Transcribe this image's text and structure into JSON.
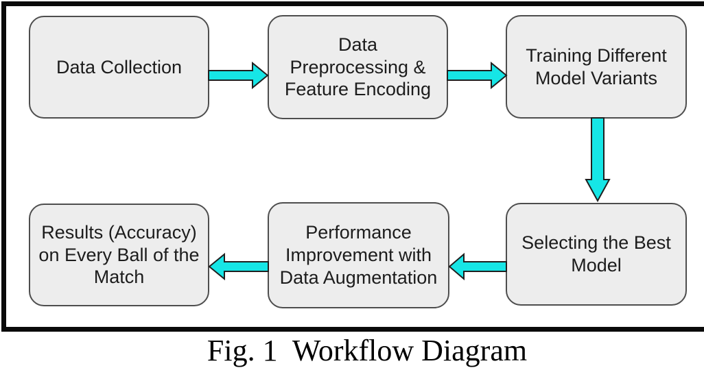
{
  "colors": {
    "background": "#ffffff",
    "frame_border": "#0a0a0a",
    "box_fill": "#ededed",
    "box_border": "#4d4d4d",
    "text": "#1c1c1c",
    "arrow_fill": "#16e6e6",
    "arrow_stroke": "#1f1f1f",
    "caption_color": "#000000"
  },
  "caption": {
    "text": "Fig. 1  Workflow Diagram"
  },
  "diagram": {
    "nodes": [
      {
        "id": "data-collection",
        "label": "Data Collection"
      },
      {
        "id": "data-preprocessing",
        "label": "Data\nPreprocessing &\nFeature Encoding"
      },
      {
        "id": "training-model-variants",
        "label": "Training Different\nModel Variants"
      },
      {
        "id": "selecting-best-model",
        "label": "Selecting the Best\nModel"
      },
      {
        "id": "performance-improvement",
        "label": "Performance\nImprovement with\nData Augmentation"
      },
      {
        "id": "results-accuracy",
        "label": "Results (Accuracy)\non Every Ball of the\nMatch"
      }
    ],
    "edges": [
      {
        "from": "data-collection",
        "to": "data-preprocessing",
        "direction": "right"
      },
      {
        "from": "data-preprocessing",
        "to": "training-model-variants",
        "direction": "right"
      },
      {
        "from": "training-model-variants",
        "to": "selecting-best-model",
        "direction": "down"
      },
      {
        "from": "selecting-best-model",
        "to": "performance-improvement",
        "direction": "left"
      },
      {
        "from": "performance-improvement",
        "to": "results-accuracy",
        "direction": "left"
      }
    ]
  }
}
